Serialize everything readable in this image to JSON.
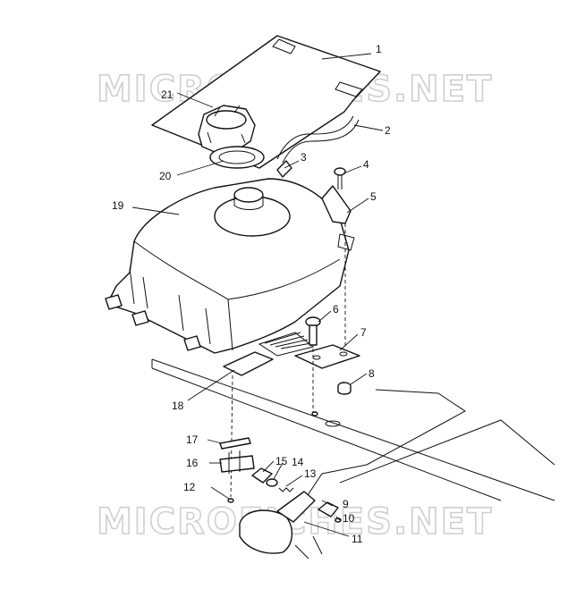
{
  "watermark": "MICROFICHES.NET",
  "callouts": [
    "1",
    "2",
    "3",
    "4",
    "5",
    "6",
    "7",
    "8",
    "9",
    "10",
    "11",
    "12",
    "13",
    "14",
    "15",
    "16",
    "17",
    "18",
    "19",
    "20",
    "21"
  ]
}
